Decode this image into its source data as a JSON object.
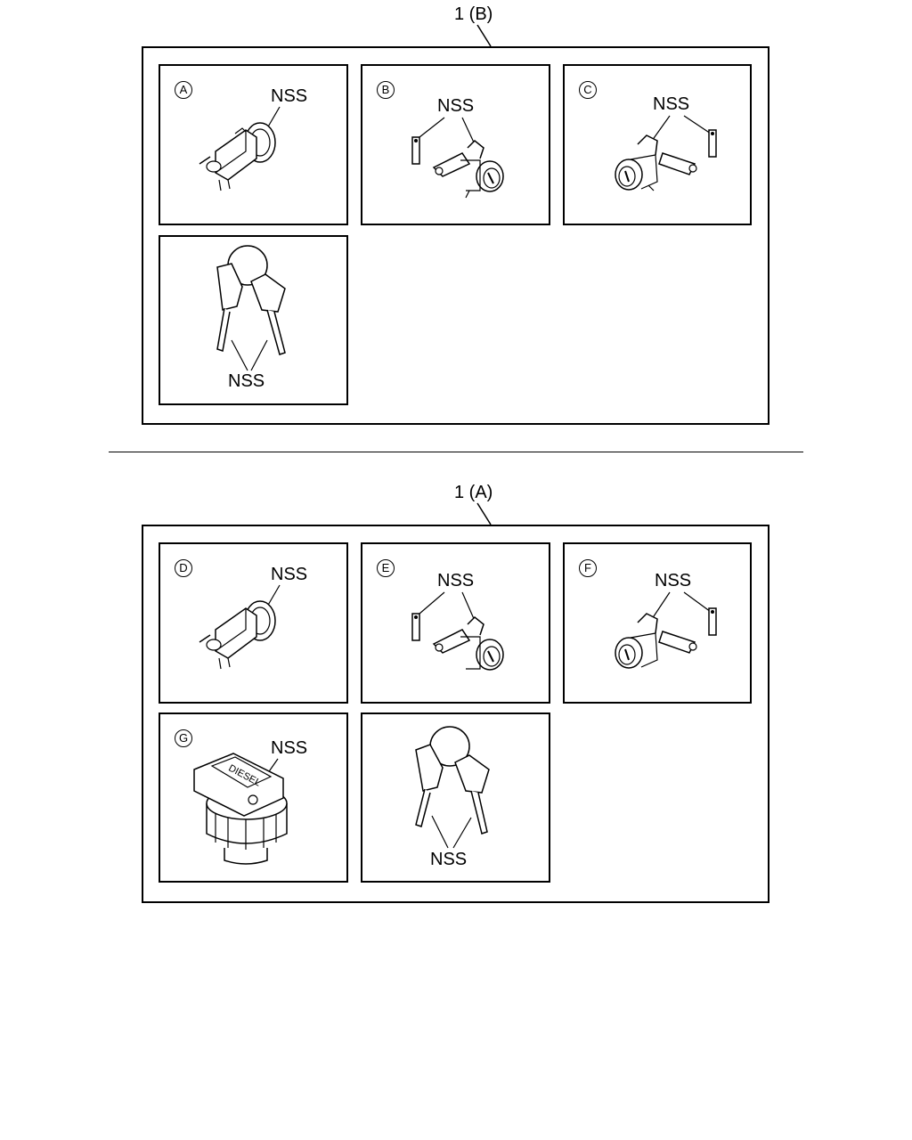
{
  "groups": [
    {
      "title": "1 (B)",
      "panels": [
        {
          "label": "A",
          "callout": "NSS",
          "part": "ignition-cylinder"
        },
        {
          "label": "B",
          "callout": "NSS",
          "part": "door-lock-cylinder"
        },
        {
          "label": "C",
          "callout": "NSS",
          "part": "door-lock-cylinder"
        },
        {
          "label": "",
          "callout": "NSS",
          "part": "key-set"
        }
      ]
    },
    {
      "title": "1 (A)",
      "panels": [
        {
          "label": "D",
          "callout": "NSS",
          "part": "ignition-cylinder"
        },
        {
          "label": "E",
          "callout": "NSS",
          "part": "door-lock-cylinder"
        },
        {
          "label": "F",
          "callout": "NSS",
          "part": "door-lock-cylinder"
        },
        {
          "label": "G",
          "callout": "NSS",
          "part": "fuel-cap",
          "cap_text": "DIESEL"
        },
        {
          "label": "",
          "callout": "NSS",
          "part": "key-set"
        }
      ]
    }
  ]
}
